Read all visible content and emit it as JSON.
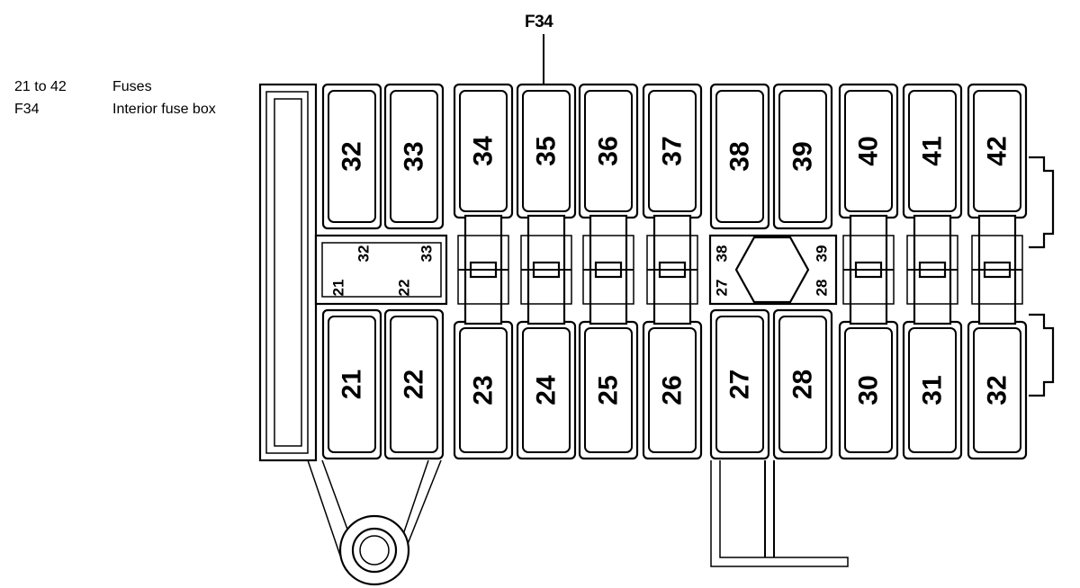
{
  "legend": [
    {
      "key": "21 to 42",
      "value": "Fuses"
    },
    {
      "key": "F34",
      "value": "Interior fuse box"
    }
  ],
  "callout": "F34",
  "fuses_top": [
    "32",
    "33",
    "34",
    "35",
    "36",
    "37",
    "38",
    "39",
    "40",
    "41",
    "42"
  ],
  "fuses_bottom": [
    "21",
    "22",
    "23",
    "24",
    "25",
    "26",
    "27",
    "28",
    "30",
    "31",
    "32"
  ],
  "bridge_labels": {
    "left_a": "32",
    "left_b": "33",
    "left_c": "21",
    "left_d": "22",
    "mid_a": "38",
    "mid_b": "27",
    "mid_c": "39",
    "mid_d": "28"
  }
}
